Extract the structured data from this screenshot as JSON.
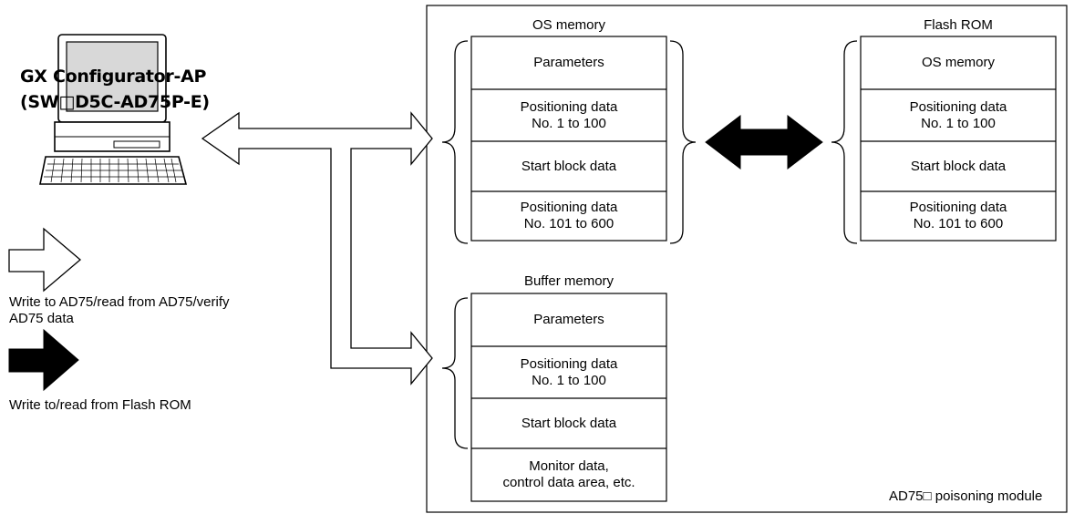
{
  "software": {
    "line1": "GX Configurator-AP",
    "line2": "(SW□D5C-AD75P-E)"
  },
  "legend": {
    "white_arrow_line1": "Write to AD75/read from AD75/verify",
    "white_arrow_line2": "AD75 data",
    "black_arrow": "Write to/read from Flash ROM"
  },
  "module_label": "AD75□ poisoning module",
  "os_memory": {
    "title": "OS memory",
    "rows": [
      [
        "Parameters"
      ],
      [
        "Positioning data",
        "No. 1 to 100"
      ],
      [
        "Start block data"
      ],
      [
        "Positioning data",
        "No. 101 to 600"
      ]
    ]
  },
  "flash_rom": {
    "title": "Flash ROM",
    "rows": [
      [
        "OS memory"
      ],
      [
        "Positioning data",
        "No. 1 to 100"
      ],
      [
        "Start block data"
      ],
      [
        "Positioning data",
        "No. 101 to 600"
      ]
    ]
  },
  "buffer_memory": {
    "title": "Buffer memory",
    "rows": [
      [
        "Parameters"
      ],
      [
        "Positioning data",
        "No. 1 to 100"
      ],
      [
        "Start block data"
      ],
      [
        "Monitor data,",
        "control data area, etc."
      ]
    ]
  }
}
